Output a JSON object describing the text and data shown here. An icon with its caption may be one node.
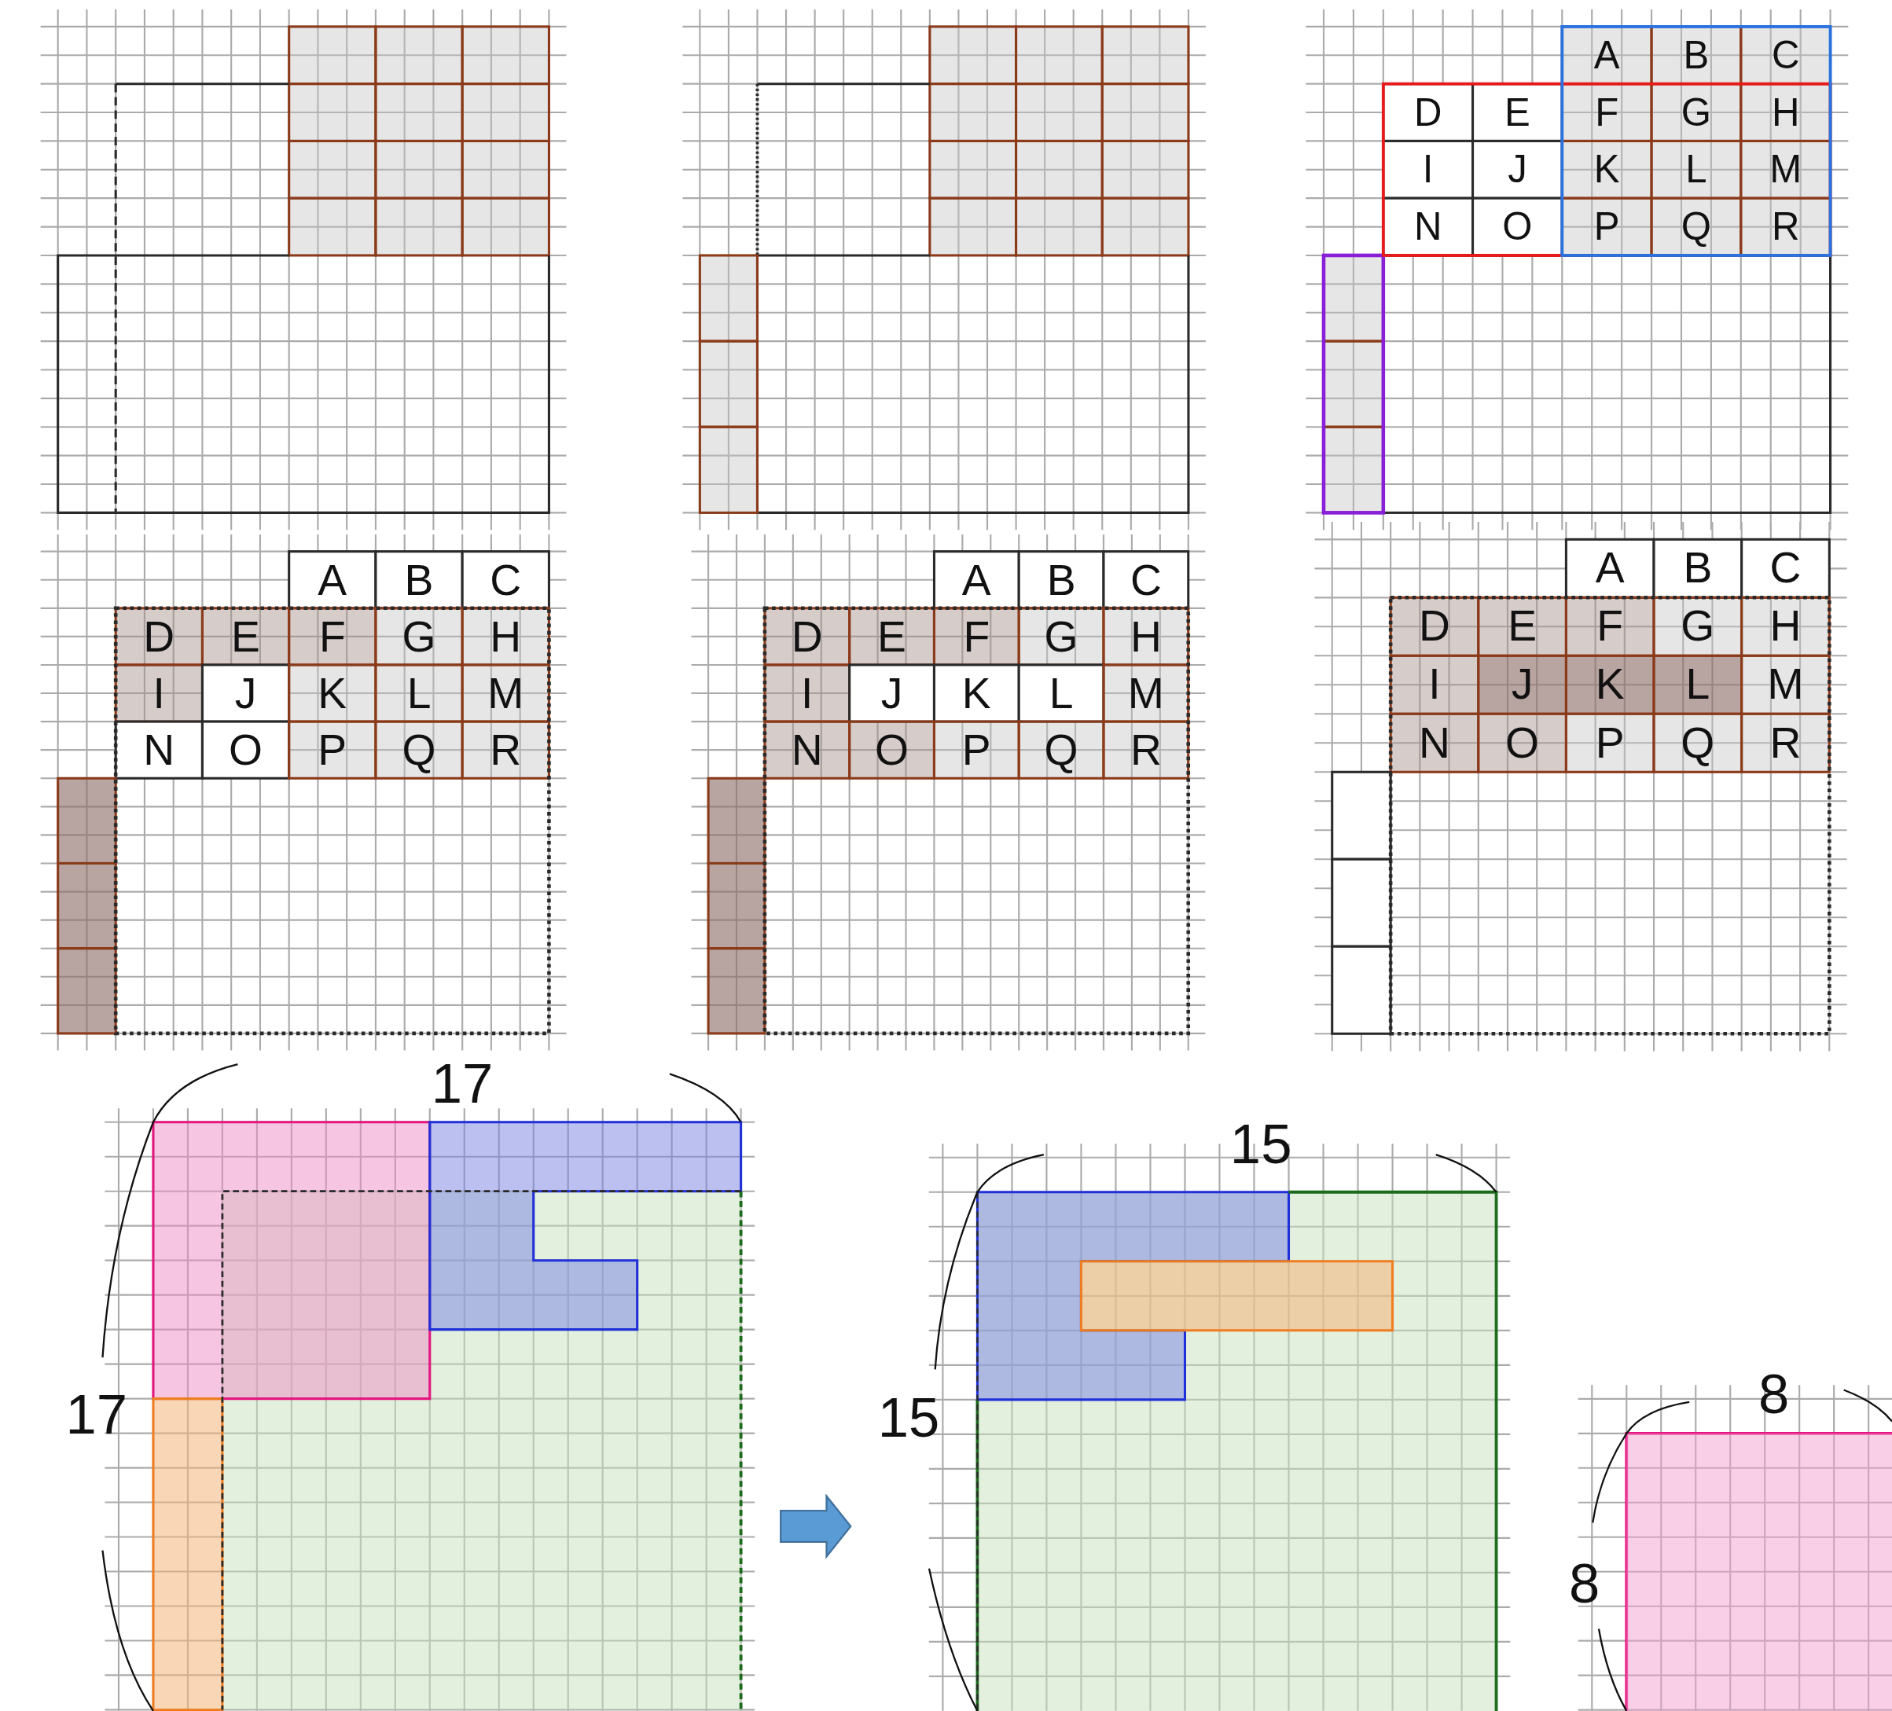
{
  "diagram": {
    "labels": [
      "A",
      "B",
      "C",
      "D",
      "E",
      "F",
      "G",
      "H",
      "I",
      "J",
      "K",
      "L",
      "M",
      "N",
      "O",
      "P",
      "Q",
      "R",
      "A",
      "B",
      "C",
      "D",
      "E",
      "F",
      "G",
      "H",
      "I",
      "J",
      "K",
      "L",
      "M",
      "N",
      "O",
      "P",
      "Q",
      "R",
      "A",
      "B",
      "C",
      "D",
      "E",
      "F",
      "G",
      "H",
      "I",
      "J",
      "K",
      "L",
      "M",
      "N",
      "O",
      "P",
      "Q",
      "R",
      "A",
      "B",
      "C",
      "D",
      "E",
      "F",
      "G",
      "H",
      "I",
      "J",
      "K",
      "L",
      "M",
      "N",
      "O",
      "P",
      "Q",
      "R",
      "17",
      "17",
      "15",
      "15",
      "8",
      "8"
    ]
  }
}
